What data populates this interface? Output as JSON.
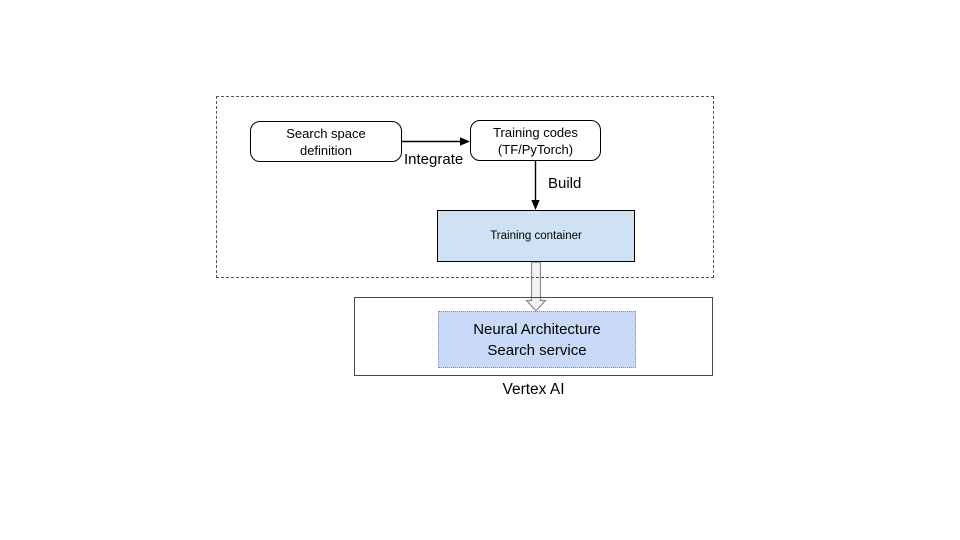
{
  "canvas": {
    "background": "#ffffff"
  },
  "boxes": {
    "search_space": {
      "label": "Search space\ndefinition",
      "fill": "#ffffff"
    },
    "training_codes": {
      "label": "Training codes\n(TF/PyTorch)",
      "fill": "#ffffff"
    },
    "training_container": {
      "label": "Training container",
      "fill": "#cfe2f3"
    },
    "nas_service": {
      "label": "Neural Architecture\nSearch service",
      "fill": "#c9daf8"
    }
  },
  "edge_labels": {
    "integrate": "Integrate",
    "build": "Build"
  },
  "containers": {
    "vertex_ai_label": "Vertex AI"
  },
  "colors": {
    "training_container_fill": "#cfe2f3",
    "nas_service_fill": "#c9daf8",
    "dashed_border": "#555555",
    "vertex_border": "#4a4a4a",
    "block_arrow_stroke": "#8a8a8a",
    "block_arrow_fill": "#f2f2f2"
  }
}
